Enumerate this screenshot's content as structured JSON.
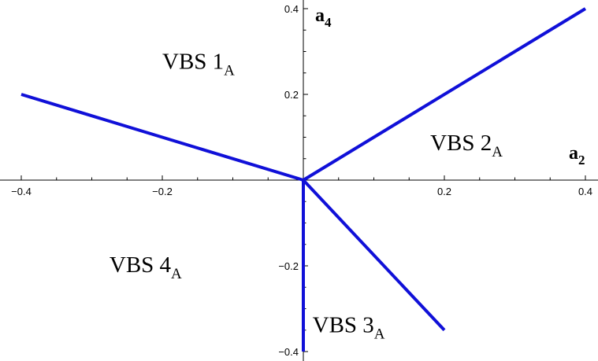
{
  "chart_data": {
    "type": "line",
    "xlabel": {
      "base": "a",
      "sub": "2"
    },
    "ylabel": {
      "base": "a",
      "sub": "4"
    },
    "xlim": [
      -0.42,
      0.42
    ],
    "ylim": [
      -0.42,
      0.42
    ],
    "x_ticks": [
      -0.4,
      -0.2,
      0.2,
      0.4
    ],
    "y_ticks": [
      -0.4,
      -0.2,
      0.2,
      0.4
    ],
    "x_tick_labels": [
      "−0.4",
      "−0.2",
      "0.2",
      "0.4"
    ],
    "y_tick_labels": [
      "−0.4",
      "−0.2",
      "0.2",
      "0.4"
    ],
    "grid": false,
    "line_color": "#1010d8",
    "series": [
      {
        "x": [
          0,
          -0.4
        ],
        "y": [
          0,
          0.2
        ]
      },
      {
        "x": [
          0,
          0.4
        ],
        "y": [
          0,
          0.4
        ]
      },
      {
        "x": [
          0,
          0.2
        ],
        "y": [
          0,
          -0.35
        ]
      },
      {
        "x": [
          0,
          0
        ],
        "y": [
          0,
          -0.4
        ]
      }
    ],
    "annotations": [
      {
        "base": "VBS 1",
        "sub": "A",
        "x": -0.2,
        "y": 0.26
      },
      {
        "base": "VBS 2",
        "sub": "A",
        "x": 0.18,
        "y": 0.07
      },
      {
        "base": "VBS 3",
        "sub": "A",
        "x": 0.013,
        "y": -0.355
      },
      {
        "base": "VBS 4",
        "sub": "A",
        "x": -0.275,
        "y": -0.215
      }
    ]
  }
}
